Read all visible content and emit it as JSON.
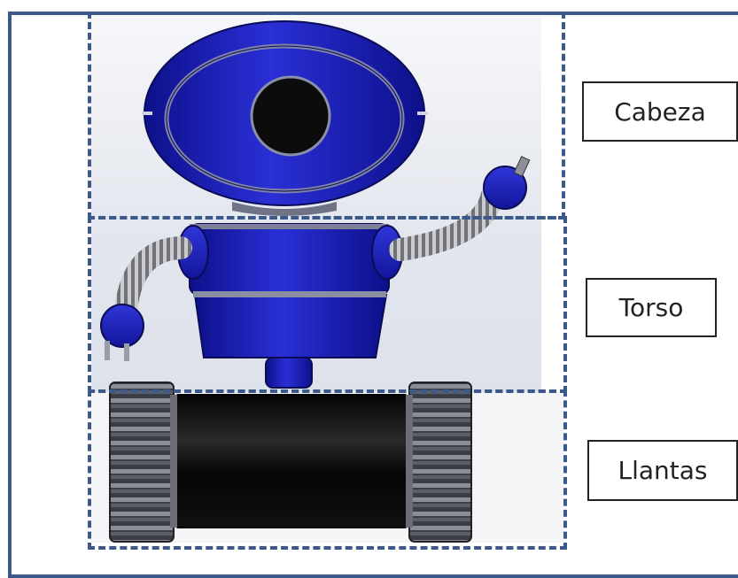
{
  "sections": [
    {
      "id": "head",
      "label": "Cabeza"
    },
    {
      "id": "torso",
      "label": "Torso"
    },
    {
      "id": "wheels",
      "label": "Llantas"
    }
  ],
  "colors": {
    "frame": "#3b5a8a",
    "robot_body": "#1c20b4",
    "robot_dark": "#0b0e6a",
    "wheel": "#3a3c44",
    "eye": "#0c0c0c"
  }
}
